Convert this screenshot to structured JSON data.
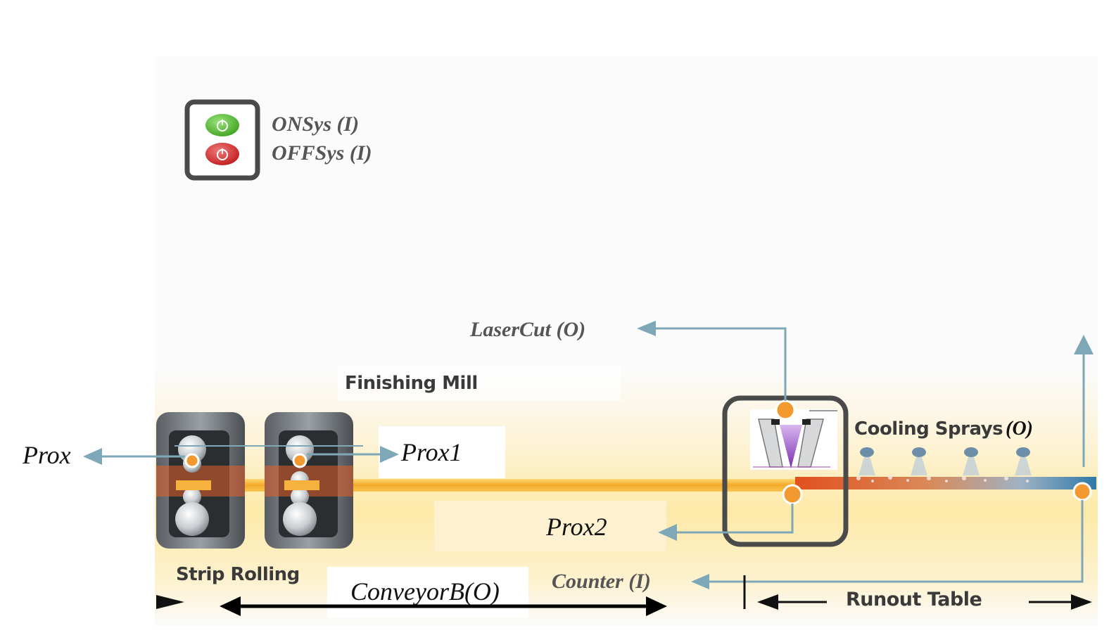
{
  "system_buttons": {
    "on_label": "ONSys (I)",
    "off_label": "OFFSys (I)",
    "on_color": "#4cb82e",
    "off_color": "#d42a2a"
  },
  "labels": {
    "laser_cut": "LaserCut (O)",
    "finishing_mill": "Finishing Mill",
    "cooling_sprays": "Cooling Sprays",
    "cooling_sprays_suffix": "(O)",
    "prox": "Prox",
    "prox1": "Prox1",
    "prox2": "Prox2",
    "strip_rolling": "Strip Rolling",
    "conveyor": "ConveyorB(O)",
    "counter": "Counter (I)",
    "runout_table": "Runout Table"
  },
  "colors": {
    "signal_line": "#7ea7b8",
    "sensor_dot": "#f29a30",
    "box_border": "#4a4a4a",
    "strip": "#f4b63a"
  }
}
